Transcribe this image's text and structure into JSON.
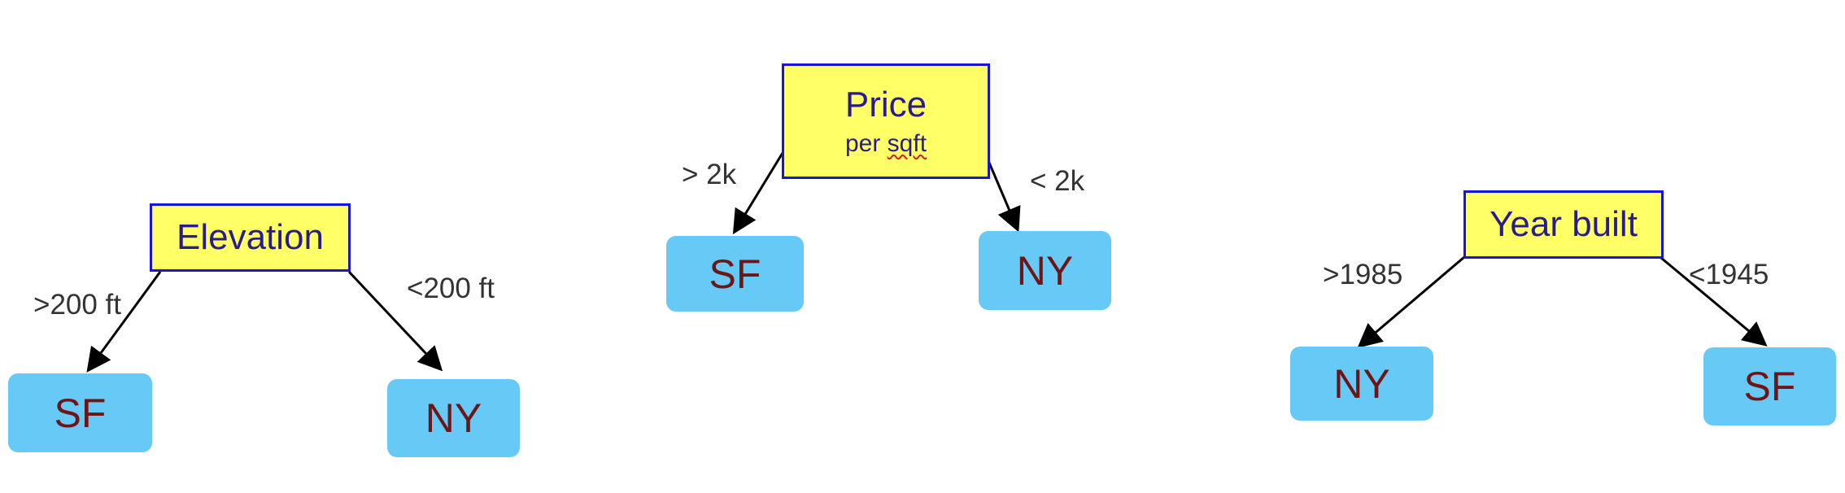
{
  "trees": [
    {
      "root": {
        "label": "Elevation"
      },
      "branches": [
        {
          "condition": ">200 ft",
          "leaf": "SF"
        },
        {
          "condition": "<200 ft",
          "leaf": "NY"
        }
      ]
    },
    {
      "root": {
        "label": "Price",
        "sublabel_prefix": "per ",
        "sublabel_flagged": "sqft"
      },
      "branches": [
        {
          "condition": "> 2k",
          "leaf": "SF"
        },
        {
          "condition": "< 2k",
          "leaf": "NY"
        }
      ]
    },
    {
      "root": {
        "label": "Year built"
      },
      "branches": [
        {
          "condition": ">1985",
          "leaf": "NY"
        },
        {
          "condition": "<1945",
          "leaf": "SF"
        }
      ]
    }
  ],
  "colors": {
    "decision_fill": "#ffff66",
    "decision_border": "#1a14d6",
    "decision_text": "#2a1b8f",
    "leaf_fill": "#66c9f6",
    "leaf_text": "#6e1616",
    "edge": "#000000",
    "spellcheck_underline": "#d62020"
  }
}
